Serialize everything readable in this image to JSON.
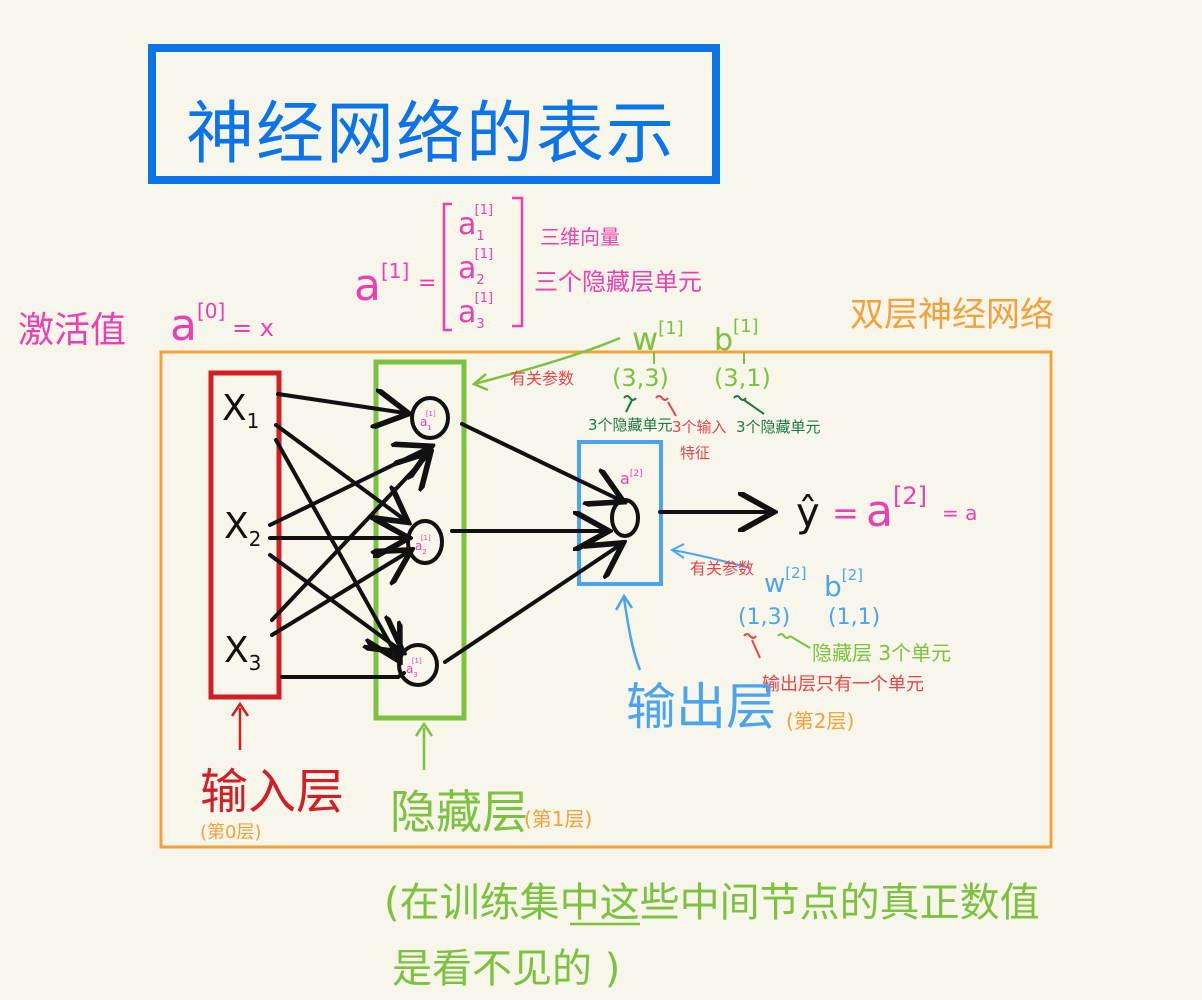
{
  "title": "神经网络的表示",
  "colors": {
    "title_blue": "#0a74e8",
    "pink": "#ee3fb0",
    "orange": "#f2a23a",
    "red": "#d21f26",
    "green": "#7cc23e",
    "dark_green": "#1a7a42",
    "light_blue": "#4aa5ee",
    "black": "#111111",
    "red_note": "#e8454b"
  },
  "activation": {
    "label": "激活值",
    "a0": "a",
    "a0_sup": "[0]",
    "a0_rhs": "= x"
  },
  "a1_vector": {
    "lhs": "a",
    "lhs_sup": "[1]",
    "eq": "=",
    "entries": [
      {
        "base": "a",
        "sub": "1",
        "sup": "[1]"
      },
      {
        "base": "a",
        "sub": "2",
        "sup": "[1]"
      },
      {
        "base": "a",
        "sub": "3",
        "sup": "[1]"
      }
    ],
    "note_line1": "三维向量",
    "note_line2": "三个隐藏层单元"
  },
  "two_layer_label": "双层神经网络",
  "inputs": [
    {
      "base": "X",
      "sub": "1"
    },
    {
      "base": "X",
      "sub": "2"
    },
    {
      "base": "X",
      "sub": "3"
    }
  ],
  "hidden_nodes": [
    {
      "label": "a",
      "sub": "1",
      "sup": "[1]"
    },
    {
      "label": "a",
      "sub": "2",
      "sup": "[1]"
    },
    {
      "label": "a",
      "sub": "3",
      "sup": "[1]"
    }
  ],
  "output_node": {
    "label": "a",
    "sup": "[2]"
  },
  "output_eq": {
    "yhat": "ŷ",
    "eq1": "=",
    "a2": "a",
    "a2_sup": "[2]",
    "eq2": "= a"
  },
  "layer1_params": {
    "related": "有关参数",
    "w": "w",
    "w_sup": "[1]",
    "w_shape": "(3,3)",
    "b": "b",
    "b_sup": "[1]",
    "b_shape": "(3,1)",
    "note_hidden_units": "3个隐藏单元",
    "note_input_features_1": "3个输入",
    "note_input_features_2": "特征",
    "note_hidden_units_b": "3个隐藏单元"
  },
  "layer2_params": {
    "related": "有关参数",
    "w": "w",
    "w_sup": "[2]",
    "w_shape": "(1,3)",
    "b": "b",
    "b_sup": "[2]",
    "b_shape": "(1,1)",
    "note_hidden": "隐藏层 3个单元",
    "note_output": "输出层只有一个单元",
    "note_layer": "(第2层)"
  },
  "labels": {
    "input_layer": "输入层",
    "input_layer_index": "(第0层)",
    "hidden_layer": "隐藏层",
    "hidden_layer_index": "(第1层)",
    "output_layer": "输出层"
  },
  "bottom_note_line1": "(在训练集中这些中间节点的真正数值",
  "bottom_note_line2": "是看不见的 )"
}
